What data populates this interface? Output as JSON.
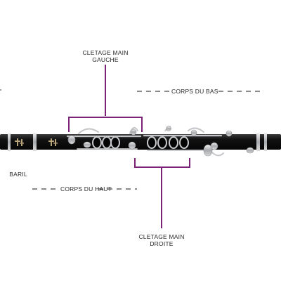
{
  "labels": {
    "left_hand_keys": [
      "CLETAGE MAIN",
      "GAUCHE"
    ],
    "lower_joint": "CORPS DU BAS",
    "barrel": "BARIL",
    "upper_joint": "CORPS DU HAUT",
    "right_hand_keys": [
      "CLETAGE MAIN",
      "DROITE"
    ]
  },
  "colors": {
    "callout": "#7b2477",
    "body": "#1a1a1a",
    "metal": "#b9bcc0",
    "dash": "#444444"
  }
}
